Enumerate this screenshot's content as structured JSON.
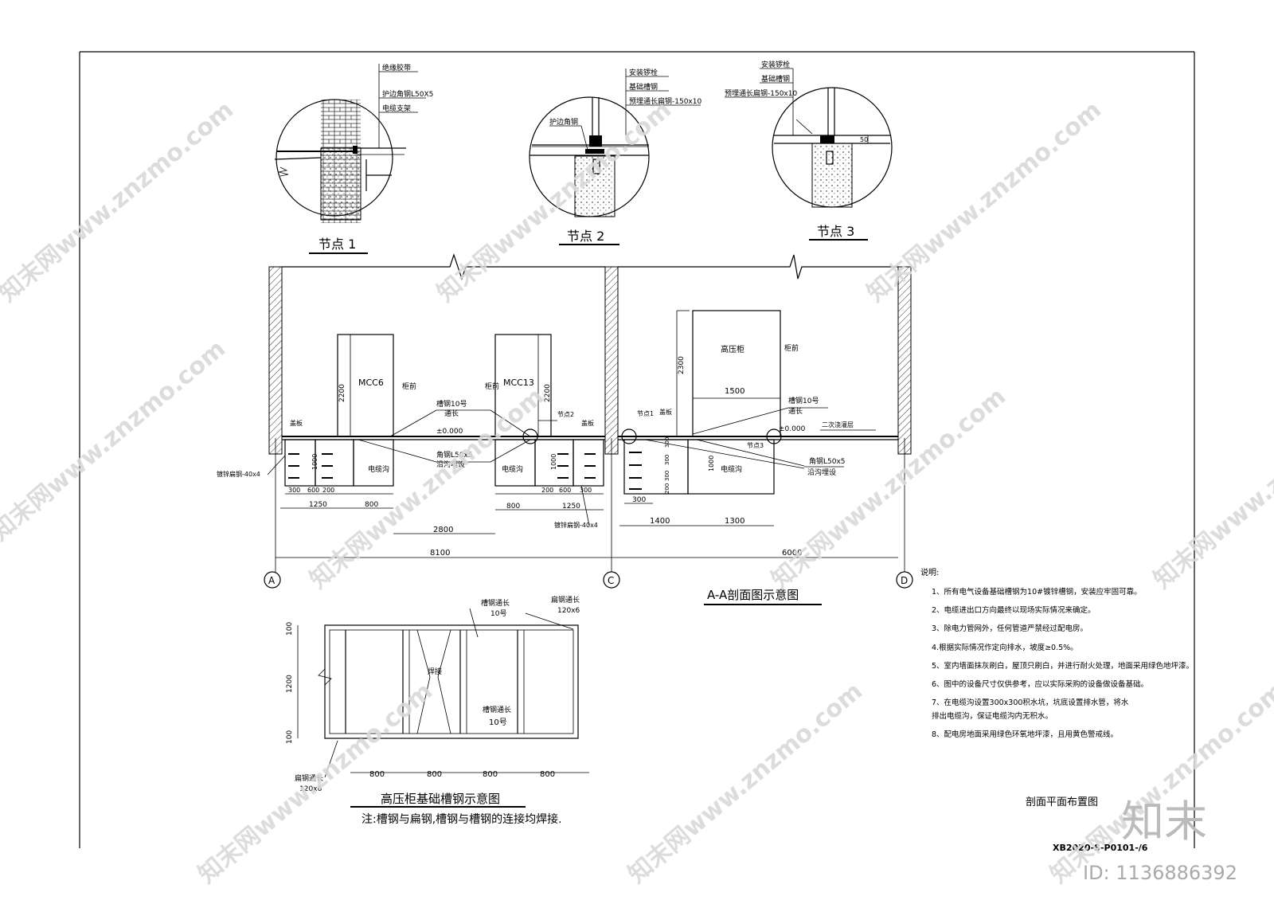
{
  "details": [
    {
      "title": "节点 1",
      "labels": [
        "绝缘胶带",
        "护边角钢L50X5",
        "电缆支架"
      ]
    },
    {
      "title": "节点 2",
      "labels": [
        "安装锣栓",
        "基础槽钢",
        "预埋通长扁钢-150x10",
        "护边角钢"
      ]
    },
    {
      "title": "节点 3",
      "labels": [
        "安装锣栓",
        "基础槽钢",
        "预埋通长扁钢-150x10",
        "50"
      ]
    }
  ],
  "section": {
    "title": "A-A剖面图示意图",
    "cabinets": [
      {
        "name": "MCC6",
        "height": "2200",
        "front": "柜前"
      },
      {
        "name": "MCC13",
        "height": "2200",
        "front": "柜前"
      },
      {
        "name": "高压柜",
        "height": "2300",
        "width": "1500",
        "front": "柜前"
      }
    ],
    "left_labels": {
      "base_plate_l": "盖板",
      "base_plate_r": "盖板",
      "base_plate_c": "盖板",
      "channel": "槽钢10号",
      "channel_full": "通长",
      "level": "±0.000",
      "angle": "角钢L50x5",
      "along": "沿沟埋设",
      "trench_l": "电缆沟",
      "trench_r": "电缆沟",
      "trench_c": "电缆沟",
      "flat_l": "镀锌扁钢-40x4",
      "flat_r": "镀锌扁钢-40x4",
      "node1": "节点1",
      "node2": "节点2",
      "node3": "节点3",
      "grout": "二次浇灌层",
      "d1000a": "1000",
      "d1000b": "1000",
      "d1000c": "1000"
    },
    "dims": {
      "l300": "300",
      "l600": "600",
      "l200": "200",
      "l1250": "1250",
      "l800": "800",
      "r200": "200",
      "r600": "600",
      "r300": "300",
      "r800": "800",
      "r1250": "1250",
      "span2800": "2800",
      "span8100": "8100",
      "span6000": "6000",
      "c300": "300",
      "c1400": "1400",
      "c1300": "1300",
      "cv300a": "300",
      "cv300b": "300",
      "cv300c": "300",
      "cv200": "200"
    },
    "axes": [
      "A",
      "C",
      "D"
    ]
  },
  "base": {
    "title": "高压柜基础槽钢示意图",
    "note": "注:槽钢与扁钢,槽钢与槽钢的连接均焊接.",
    "labels": {
      "ch_top": "槽钢通长",
      "ch_top_no": "10号",
      "flat_top": "扁钢通长",
      "flat_top_size": "120x6",
      "weld": "焊接",
      "ch_mid": "槽钢通长",
      "ch_mid_no": "10号",
      "flat_bot": "扁钢通长",
      "flat_bot_size": "120x6"
    },
    "dims_v": [
      "100",
      "1200",
      "100"
    ],
    "dims_h": [
      "800",
      "800",
      "800",
      "800"
    ]
  },
  "notes": {
    "heading": "说明:",
    "items": [
      "1、所有电气设备基础槽钢为10#镀锌槽钢，安装应牢固可靠。",
      "2、电缆进出口方向最终以现场实际情况来确定。",
      "3、除电力管网外，任何管道严禁经过配电房。",
      "4.根据实际情况作定向排水，坡度≥0.5%。",
      "5、室内墙面抹灰刷白，屋顶只刷白，并进行耐火处理，地面采用绿色地坪漆。",
      "6、图中的设备尺寸仅供参考，应以实际采购的设备做设备基础。",
      "7、在电缆沟设置300x300积水坑，坑底设置排水管，将水",
      "排出电缆沟，保证电缆沟内无积水。",
      "8、配电房地面采用绿色环氧地坪漆，且用黄色警戒线。"
    ]
  },
  "title_block": {
    "sheet_title": "剖面平面布置图",
    "sheet_no": "XB2020-S-P0101-/6"
  },
  "watermark": {
    "logo": "知末",
    "id": "ID: 1136886392",
    "text": "知末网www.znzmo.com"
  }
}
